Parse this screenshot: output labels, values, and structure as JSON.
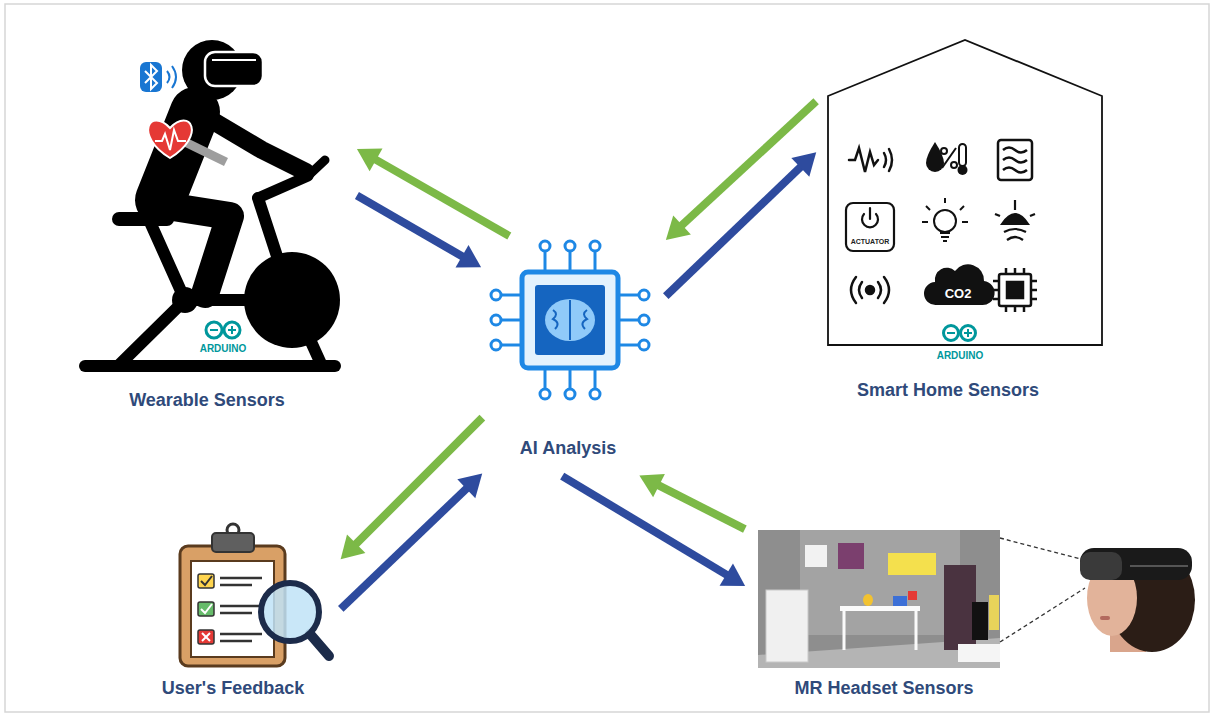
{
  "diagram": {
    "nodes": [
      {
        "text": [
          "Wearable Sensors"
        ]
      },
      {
        "text": [
          "Smart Home Sensors"
        ]
      },
      {
        "text": [
          "AI Analysis"
        ]
      },
      {
        "text": [
          "User's Feedback"
        ]
      },
      {
        "text": [
          "MR Headset Sensors"
        ]
      }
    ],
    "edges": [
      {
        "from": 0,
        "to": 2,
        "arrow": "to"
      },
      {
        "from": 2,
        "to": 0,
        "arrow": "to"
      },
      {
        "from": 1,
        "to": 2,
        "arrow": "to"
      },
      {
        "from": 2,
        "to": 1,
        "arrow": "to"
      },
      {
        "from": 3,
        "to": 2,
        "arrow": "to"
      },
      {
        "from": 2,
        "to": 3,
        "arrow": "to"
      },
      {
        "from": 2,
        "to": 4,
        "arrow": "to"
      },
      {
        "from": 4,
        "to": 2,
        "arrow": "to"
      }
    ],
    "labels": [
      "ARDUINO",
      "ARDUINO",
      "ACTUATOR",
      "CO2"
    ]
  }
}
